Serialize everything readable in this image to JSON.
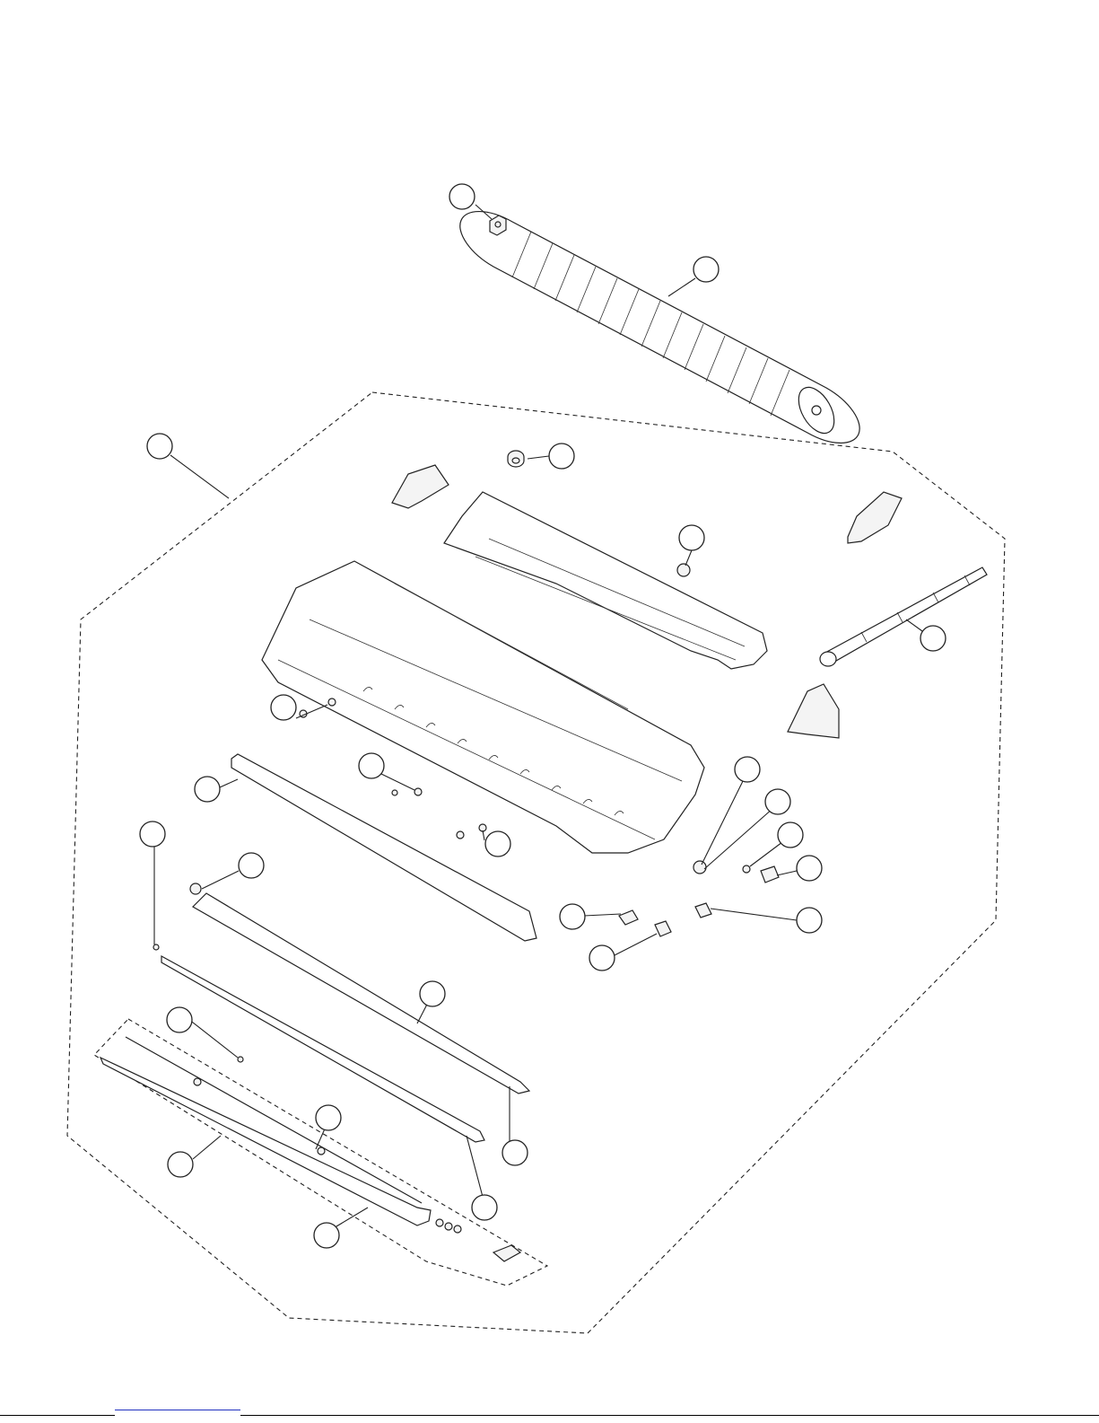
{
  "diagram": {
    "callouts": [
      {
        "id": "c-motor-holder"
      },
      {
        "id": "c-fan"
      },
      {
        "id": "c-bearing"
      },
      {
        "id": "c-chassis"
      },
      {
        "id": "c-damper-motor"
      },
      {
        "id": "c-pipe"
      },
      {
        "id": "c-nut-left"
      },
      {
        "id": "c-screw-mid"
      },
      {
        "id": "c-rail"
      },
      {
        "id": "c-nut-lower"
      },
      {
        "id": "c-wire-left"
      },
      {
        "id": "c-spring"
      },
      {
        "id": "c-gear-a"
      },
      {
        "id": "c-gear-b"
      },
      {
        "id": "c-screw-right"
      },
      {
        "id": "c-motor-a"
      },
      {
        "id": "c-clip"
      },
      {
        "id": "c-motor-b"
      },
      {
        "id": "c-motor-c"
      },
      {
        "id": "c-flap"
      },
      {
        "id": "c-wire-low"
      },
      {
        "id": "c-link"
      },
      {
        "id": "c-flap-end"
      },
      {
        "id": "c-vane-assy"
      },
      {
        "id": "c-blade-end"
      },
      {
        "id": "c-vane"
      }
    ],
    "footer_link_color": "#2030c0"
  }
}
